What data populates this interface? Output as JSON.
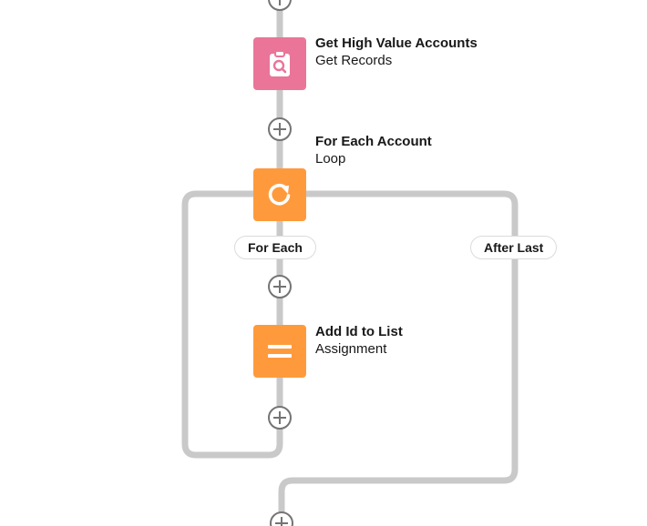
{
  "flow": {
    "elements": [
      {
        "title": "Get High Value Accounts",
        "type": "Get Records",
        "icon": "clipboard-search-icon",
        "color": "#ea7599"
      },
      {
        "title": "For Each Account",
        "type": "Loop",
        "icon": "loop-arrow-icon",
        "color": "#ff9a3c"
      },
      {
        "title": "Add Id to List",
        "type": "Assignment",
        "icon": "equals-icon",
        "color": "#ff9a3c"
      }
    ],
    "loop_paths": {
      "for_each_label": "For Each",
      "after_last_label": "After Last"
    },
    "connector_color": "#c9c9c9",
    "add_icon": "plus-icon"
  }
}
